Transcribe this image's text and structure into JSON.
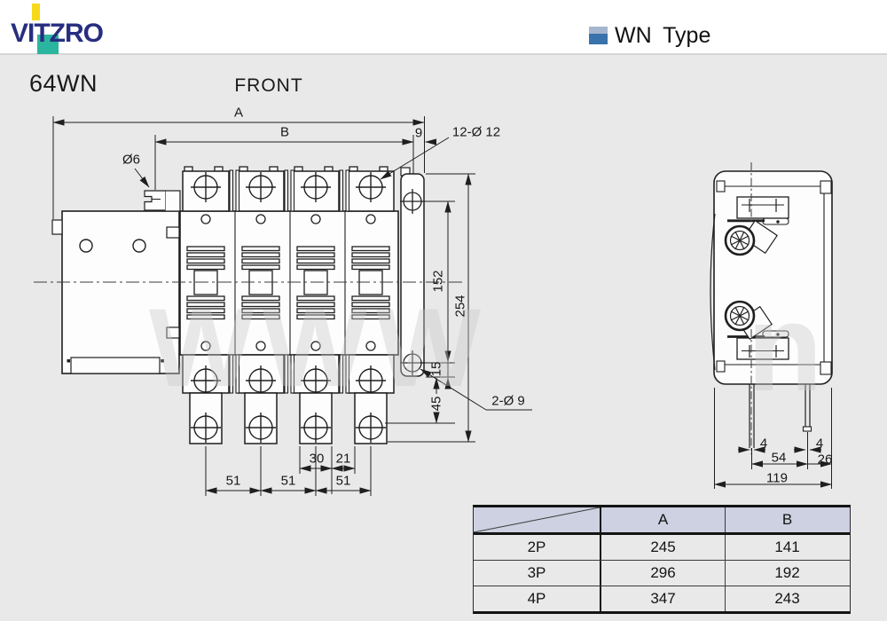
{
  "header": {
    "logo_text": "VITZRO",
    "type_label": "WN Type",
    "logo_navy": "#272e80",
    "logo_yellow": "#f7d91c",
    "logo_teal": "#2cb59e",
    "type_square_blue": "#3a72ab"
  },
  "drawing": {
    "model": "64WN",
    "view_label": "FRONT",
    "dims": {
      "a": "A",
      "b": "B",
      "n9": "9",
      "holes_top": "12-Ø 12",
      "dia6": "Ø6",
      "span152": "152",
      "h254": "254",
      "n15": "15",
      "n45": "45",
      "holes_bot": "2-Ø 9",
      "w30": "30",
      "g21": "21",
      "p51_1": "51",
      "p51_2": "51",
      "p51_3": "51"
    },
    "side_dims": {
      "leg4_1": "4",
      "leg4_2": "4",
      "s54": "54",
      "s26": "26",
      "w119": "119"
    }
  },
  "watermark": {
    "left": "WWW",
    "right": "n"
  },
  "table": {
    "headers": {
      "a": "A",
      "b": "B"
    },
    "rows": [
      {
        "poles": "2P",
        "a": "245",
        "b": "141"
      },
      {
        "poles": "3P",
        "a": "296",
        "b": "192"
      },
      {
        "poles": "4P",
        "a": "347",
        "b": "243"
      }
    ],
    "header_bg": "#cdd1e1"
  }
}
